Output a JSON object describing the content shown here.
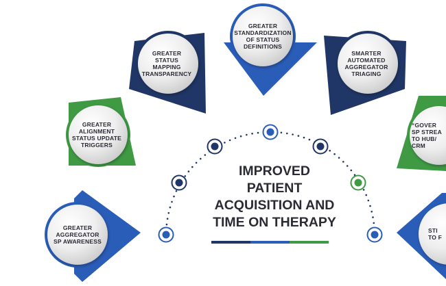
{
  "center_title": [
    "IMPROVED",
    "PATIENT",
    "ACQUISITION AND",
    "TIME ON THERAPY"
  ],
  "nodes": [
    {
      "id": "aggregator-sp-awareness",
      "lines": [
        "GREATER",
        "AGGREGATOR",
        "SP AWARENESS"
      ],
      "color": "#2a5db8"
    },
    {
      "id": "alignment-status-update-triggers",
      "lines": [
        "GREATER",
        "ALIGNMENT",
        "STATUS UPDATE",
        "TRIGGERS"
      ],
      "color": "#3f9a43"
    },
    {
      "id": "status-mapping-transparency",
      "lines": [
        "GREATER",
        "STATUS",
        "MAPPING",
        "TRANSPARENCY"
      ],
      "color": "#1f3666"
    },
    {
      "id": "standardization-status-definitions",
      "lines": [
        "GREATER",
        "STANDARDIZATION",
        "OF STATUS",
        "DEFINITIONS"
      ],
      "color": "#2a5db8"
    },
    {
      "id": "smarter-automated-aggregator-triaging",
      "lines": [
        "SMARTER",
        "AUTOMATED",
        "AGGREGATOR",
        "TRIAGING"
      ],
      "color": "#1f3666"
    },
    {
      "id": "governance-sp-streams",
      "lines": [
        "“GOVER",
        "SP STREA",
        "TO HUB/",
        "CRM"
      ],
      "color": "#3f9a43"
    },
    {
      "id": "partial-right-node",
      "lines": [
        "STI",
        "TO F"
      ],
      "color": "#2a5db8"
    }
  ],
  "dots": [
    {
      "color": "#2a5db8"
    },
    {
      "color": "#1f3666"
    },
    {
      "color": "#1f3666"
    },
    {
      "color": "#2a5db8"
    },
    {
      "color": "#1f3666"
    },
    {
      "color": "#3f9a43"
    },
    {
      "color": "#2a5db8"
    }
  ],
  "bars": [
    "#1f3666",
    "#2a5db8",
    "#3f9a43"
  ],
  "colors": {
    "navy": "#1f3666",
    "blue": "#2a5db8",
    "green": "#3f9a43",
    "text": "#2b2b33"
  }
}
